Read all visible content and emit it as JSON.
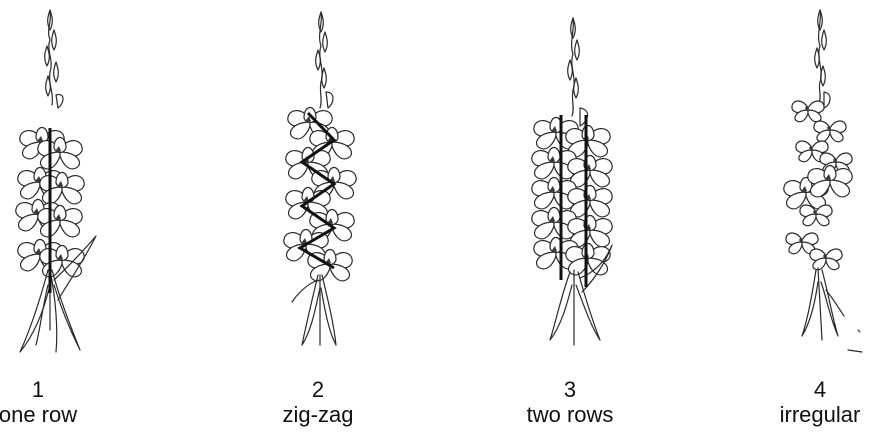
{
  "panels": [
    {
      "number": "1",
      "label": "one row"
    },
    {
      "number": "2",
      "label": "zig-zag"
    },
    {
      "number": "3",
      "label": "two rows"
    },
    {
      "number": "4",
      "label": "irregular"
    }
  ]
}
